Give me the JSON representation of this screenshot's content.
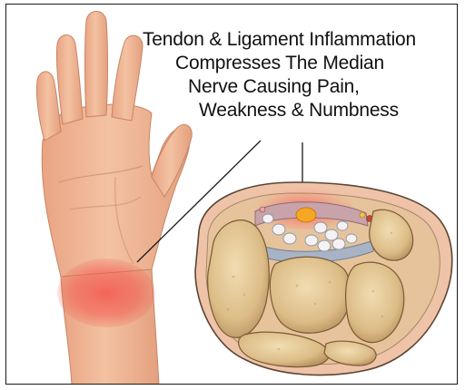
{
  "caption": {
    "line1": "Tendon & Ligament Inflammation",
    "line2": "Compresses The Median",
    "line3": "Nerve Causing Pain,",
    "line4": "Weakness & Numbness"
  },
  "colors": {
    "skin": "#f0b592",
    "skin_shadow": "#d98f6c",
    "inflammation": "#f2554c",
    "bone": "#d9b983",
    "bone_light": "#ecd6a8",
    "nerve": "#f5a623",
    "ligament": "#9aa6b8"
  },
  "icons": {
    "hand": "open-palm-hand",
    "wrist_section": "carpal-tunnel-cross-section"
  }
}
